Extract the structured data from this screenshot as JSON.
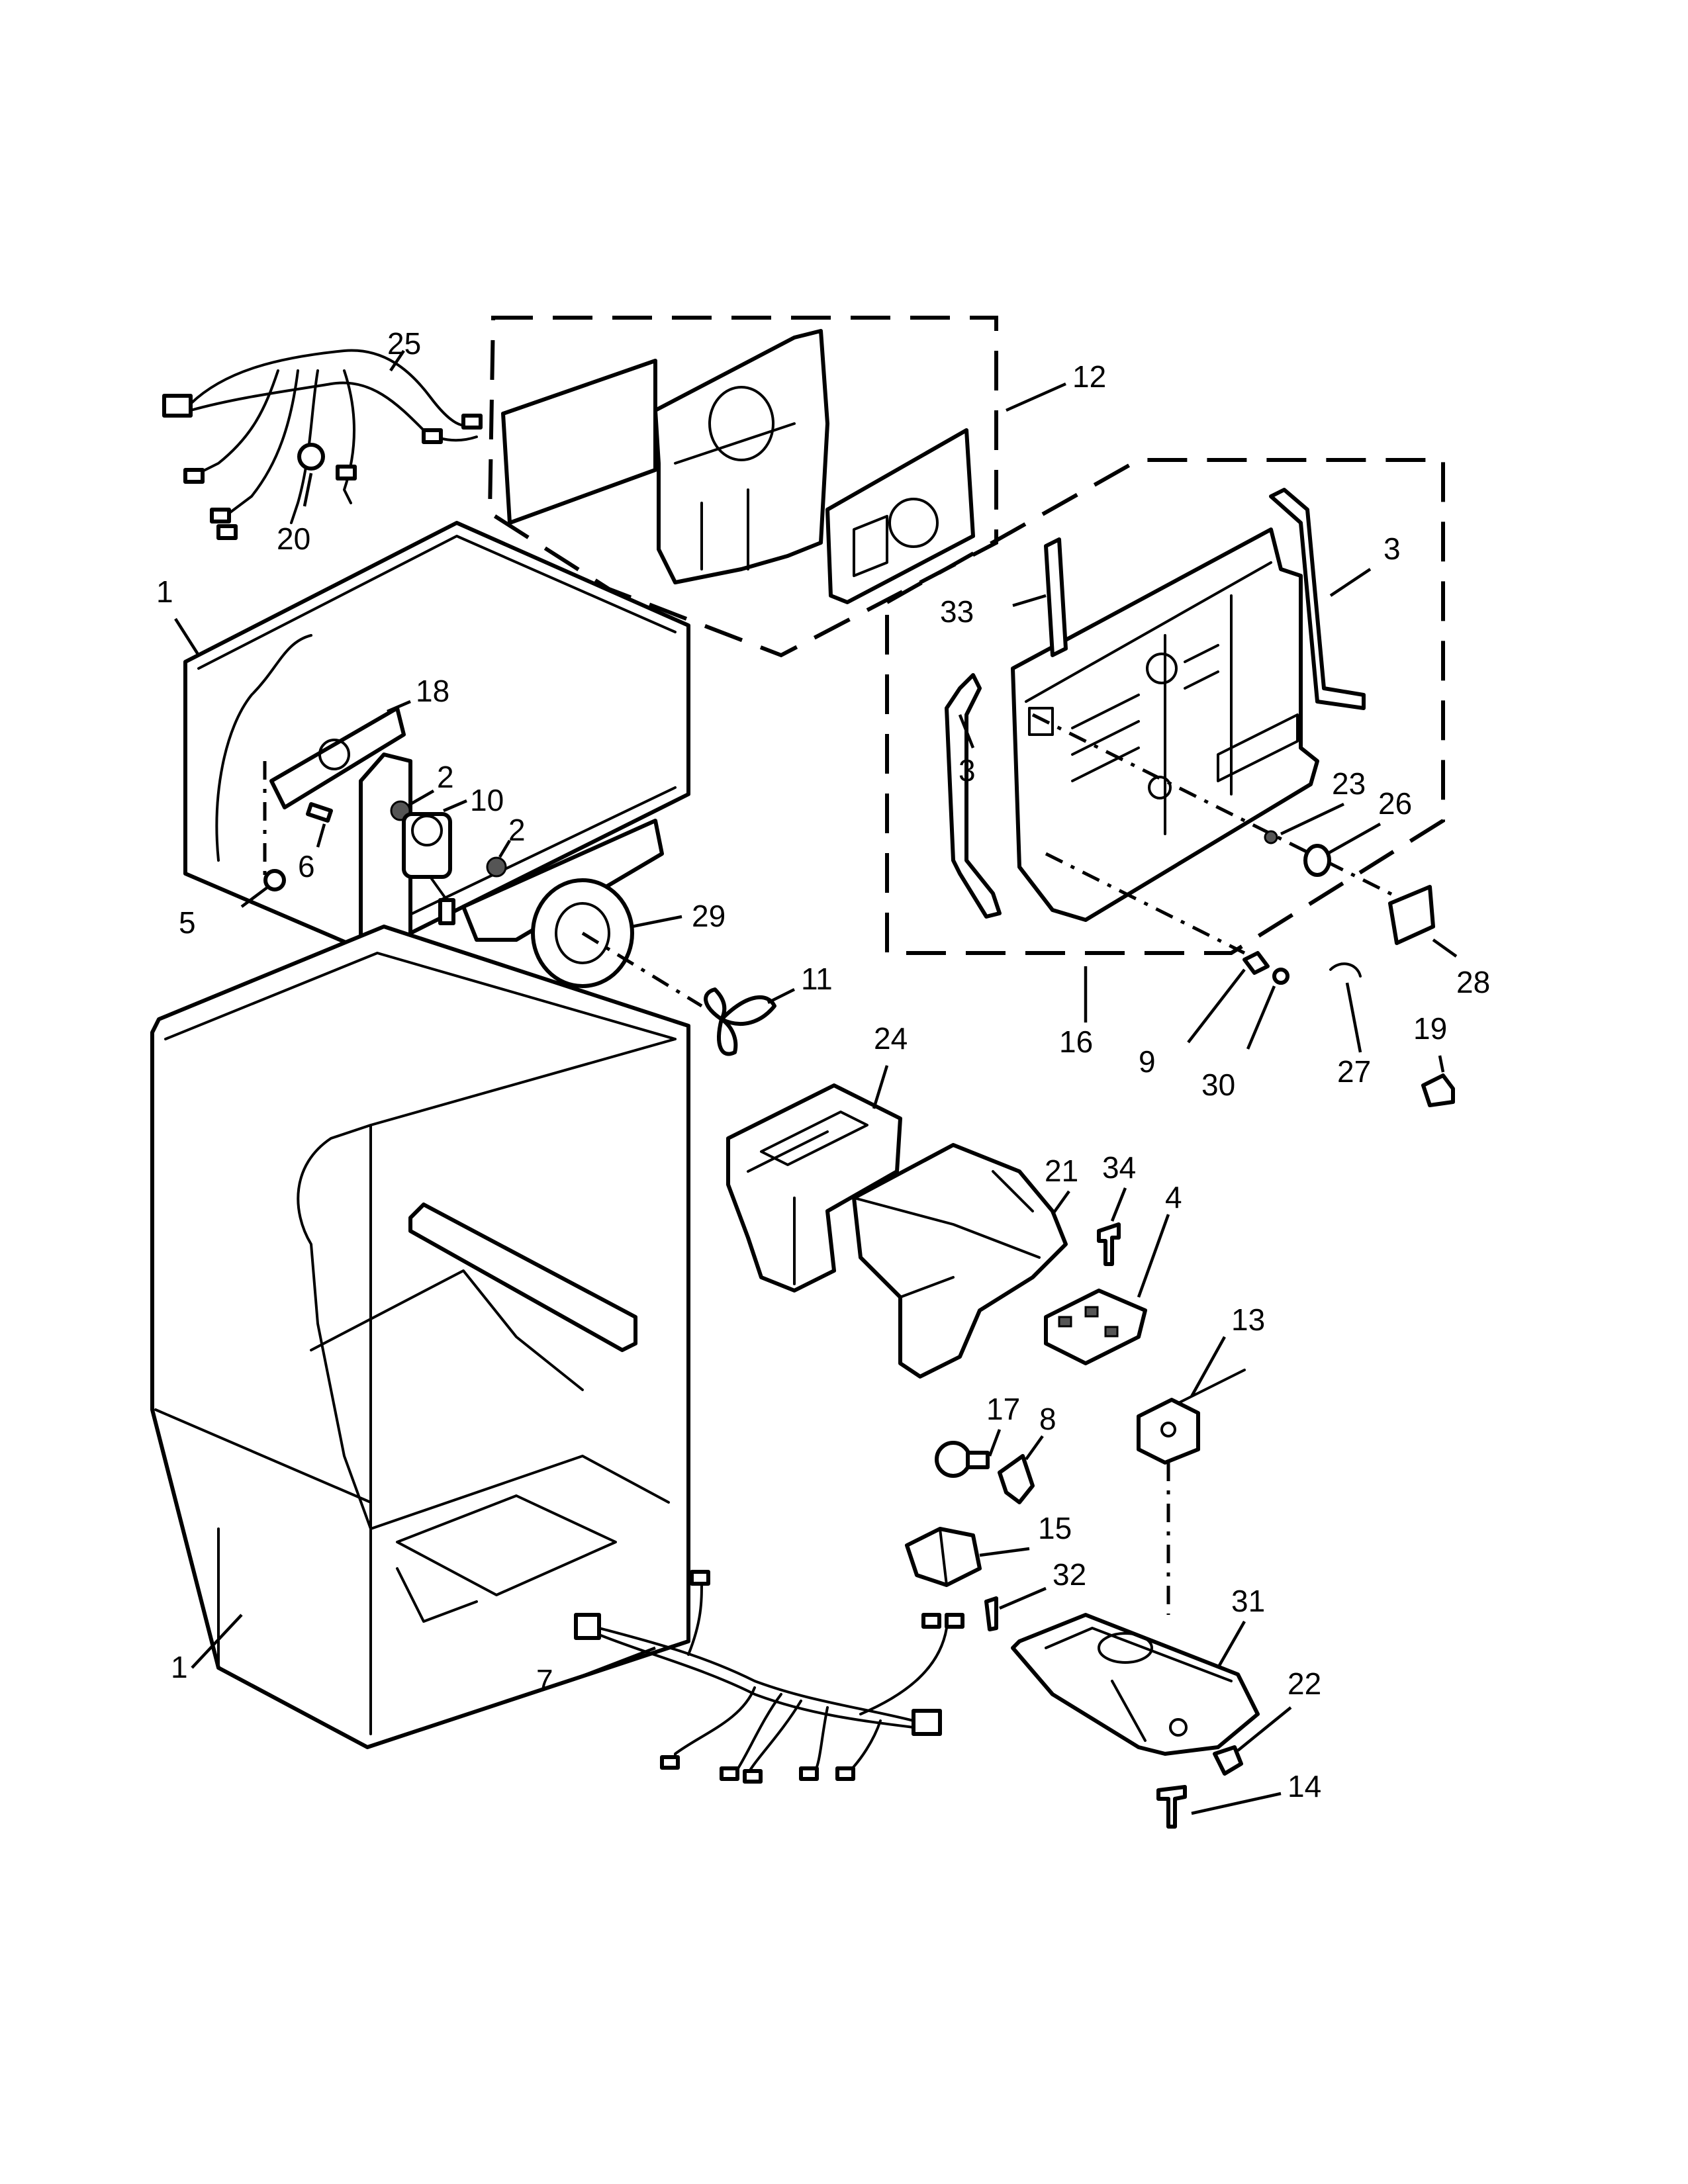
{
  "callouts": [
    {
      "id": "c1a",
      "text": "1"
    },
    {
      "id": "c1b",
      "text": "1"
    },
    {
      "id": "c2a",
      "text": "2"
    },
    {
      "id": "c2b",
      "text": "2"
    },
    {
      "id": "c3a",
      "text": "3"
    },
    {
      "id": "c3b",
      "text": "3"
    },
    {
      "id": "c4",
      "text": "4"
    },
    {
      "id": "c5",
      "text": "5"
    },
    {
      "id": "c6",
      "text": "6"
    },
    {
      "id": "c7",
      "text": "7"
    },
    {
      "id": "c8",
      "text": "8"
    },
    {
      "id": "c9",
      "text": "9"
    },
    {
      "id": "c10",
      "text": "10"
    },
    {
      "id": "c11",
      "text": "11"
    },
    {
      "id": "c12",
      "text": "12"
    },
    {
      "id": "c13",
      "text": "13"
    },
    {
      "id": "c14",
      "text": "14"
    },
    {
      "id": "c15",
      "text": "15"
    },
    {
      "id": "c16",
      "text": "16"
    },
    {
      "id": "c17",
      "text": "17"
    },
    {
      "id": "c18",
      "text": "18"
    },
    {
      "id": "c19",
      "text": "19"
    },
    {
      "id": "c20",
      "text": "20"
    },
    {
      "id": "c21",
      "text": "21"
    },
    {
      "id": "c22",
      "text": "22"
    },
    {
      "id": "c23",
      "text": "23"
    },
    {
      "id": "c24",
      "text": "24"
    },
    {
      "id": "c25",
      "text": "25"
    },
    {
      "id": "c26",
      "text": "26"
    },
    {
      "id": "c27",
      "text": "27"
    },
    {
      "id": "c28",
      "text": "28"
    },
    {
      "id": "c29",
      "text": "29"
    },
    {
      "id": "c30",
      "text": "30"
    },
    {
      "id": "c31",
      "text": "31"
    },
    {
      "id": "c32",
      "text": "32"
    },
    {
      "id": "c33",
      "text": "33"
    },
    {
      "id": "c34",
      "text": "34"
    }
  ]
}
